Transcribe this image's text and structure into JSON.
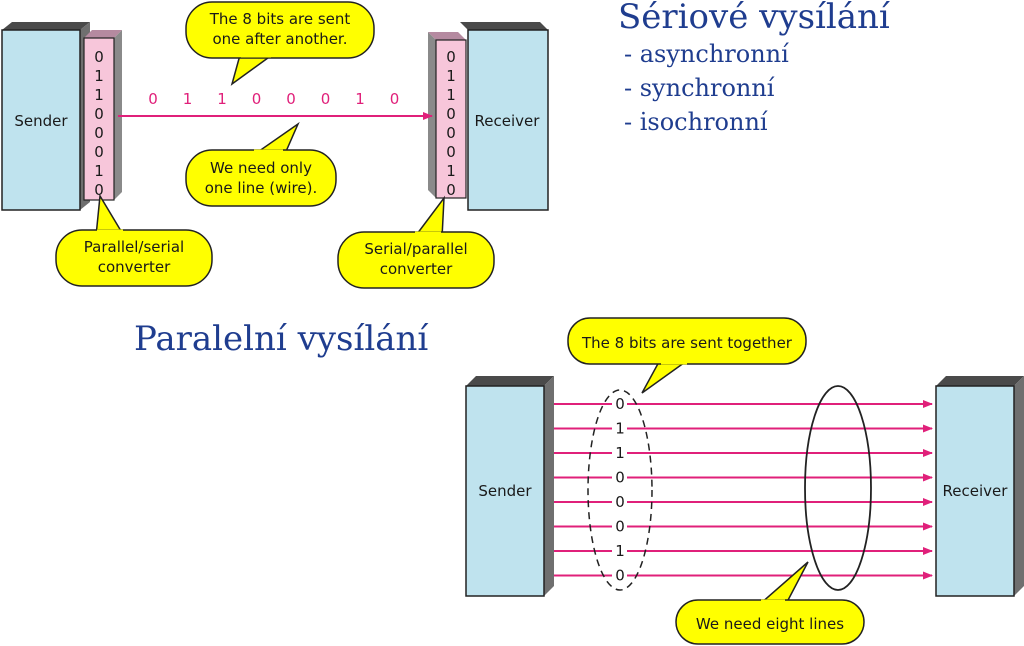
{
  "serial": {
    "title": "Sériové vysílání",
    "types": [
      "- asynchronní",
      "- synchronní",
      "- isochronní"
    ],
    "sender_label": "Sender",
    "receiver_label": "Receiver",
    "sender_bits": [
      "0",
      "1",
      "1",
      "0",
      "0",
      "0",
      "1",
      "0"
    ],
    "line_bits": [
      "0",
      "1",
      "1",
      "0",
      "0",
      "0",
      "1",
      "0"
    ],
    "receiver_bits": [
      "0",
      "1",
      "1",
      "0",
      "0",
      "0",
      "1",
      "0"
    ],
    "callout_sent": [
      "The 8 bits are sent",
      "one after another."
    ],
    "callout_line": [
      "We need only",
      "one line (wire)."
    ],
    "callout_ps": [
      "Parallel/serial",
      "converter"
    ],
    "callout_sp": [
      "Serial/parallel",
      "converter"
    ]
  },
  "parallel": {
    "title": "Paralelní vysílání",
    "sender_label": "Sender",
    "receiver_label": "Receiver",
    "bits": [
      "0",
      "1",
      "1",
      "0",
      "0",
      "0",
      "1",
      "0"
    ],
    "callout_together": "The 8 bits are sent together",
    "callout_lines": "We need eight lines"
  },
  "colors": {
    "box_fill": "#bfe3ee",
    "box_side": "#6f6f6f",
    "converter_fill": "#f7c6da",
    "line": "#e0207a",
    "bubble": "#ffff00",
    "heading": "#1f3d8f"
  }
}
